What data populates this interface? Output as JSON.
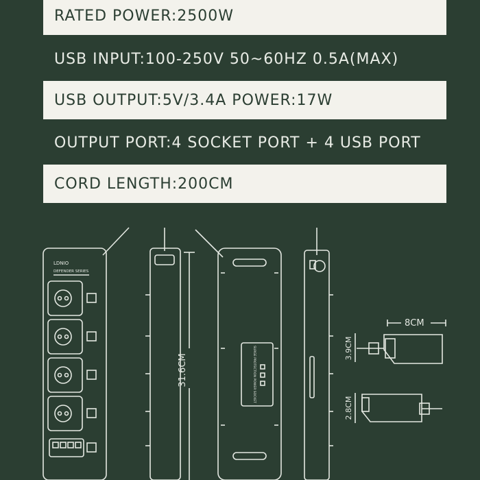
{
  "specs": [
    {
      "text": "RATED POWER:2500W",
      "style": "light"
    },
    {
      "text": "USB INPUT:100-250V  50~60HZ 0.5A(MAX)",
      "style": "dark"
    },
    {
      "text": "USB OUTPUT:5V/3.4A  POWER:17W",
      "style": "light"
    },
    {
      "text": "OUTPUT PORT:4 SOCKET PORT + 4 USB PORT",
      "style": "dark"
    },
    {
      "text": "CORD LENGTH:200CM",
      "style": "light"
    }
  ],
  "diagram": {
    "brand": "LDNIO",
    "series": "DEFENDER SERIES",
    "back_label": "SURGE PROTECTION POWER SOCKET",
    "length_dim": "31.6CM",
    "width_dim": "8CM",
    "height_dim": "3.9CM",
    "thickness_dim": "2.8CM"
  },
  "colors": {
    "background": "#2b3e32",
    "band": "#f3f2ec",
    "line": "#e4e8e2"
  }
}
